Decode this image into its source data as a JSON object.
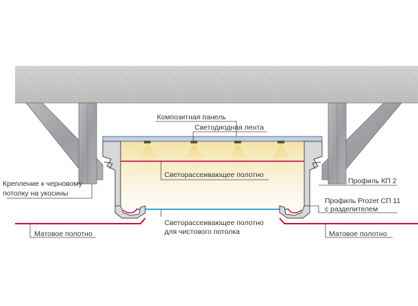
{
  "labels": {
    "composite_panel": "Композитная панель",
    "led_strip": "Светодиодная лента",
    "diffuser_upper": "Светорассеивающее полотно",
    "mount_line1": "Крепление к черновому",
    "mount_line2": "потолку на укосины",
    "profile_kp2": "Профиль КП 2",
    "profile_prozet_line1": "Профиль Prozet СП 11",
    "profile_prozet_line2": "с разделителем",
    "diffuser_lower_line1": "Светорассеивающее полотно",
    "diffuser_lower_line2": "для чистового потолка",
    "matte_left": "Матовое полотно",
    "matte_right": "Матовое полотно"
  },
  "colors": {
    "concrete": "#c9c8c6",
    "bracket": "#a8a9ab",
    "matte_membrane": "#c8102e",
    "upper_membrane": "#d6336c",
    "lower_membrane": "#3aa6e0",
    "composite_panel": "#8fa6c4",
    "light_glow": "#f5e6a8",
    "leader": "#444444"
  },
  "icons": [
    "led-chip-icon"
  ]
}
